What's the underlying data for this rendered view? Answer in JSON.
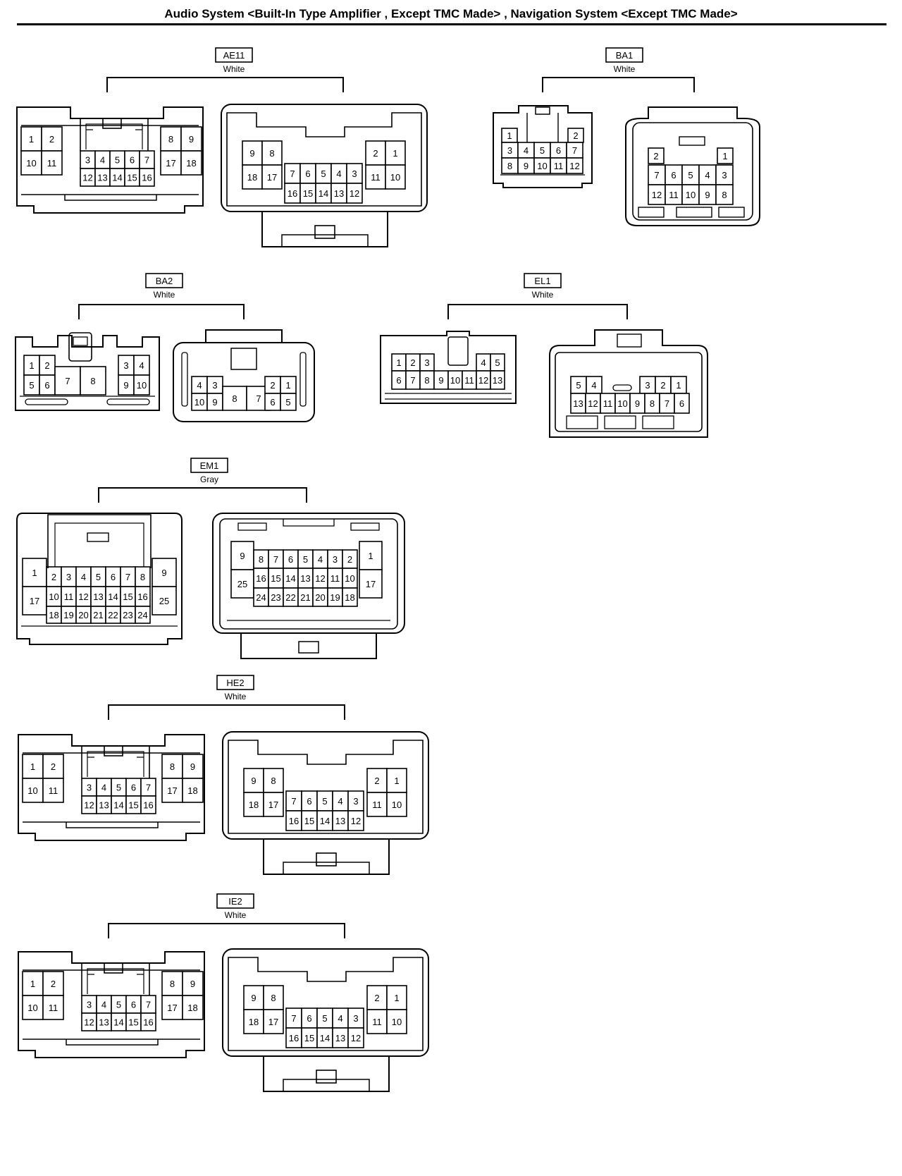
{
  "title": "Audio System <Built-In Type Amplifier , Except TMC Made> , Navigation System <Except TMC Made>",
  "connectors": [
    {
      "code": "AE11",
      "color": "White",
      "male": [
        [
          "1",
          "2"
        ],
        [
          "10",
          "11"
        ],
        [
          "3",
          "4",
          "5",
          "6",
          "7"
        ],
        [
          "12",
          "13",
          "14",
          "15",
          "16"
        ],
        [
          "8",
          "9"
        ],
        [
          "17",
          "18"
        ]
      ],
      "female": [
        [
          "9",
          "8"
        ],
        [
          "18",
          "17"
        ],
        [
          "7",
          "6",
          "5",
          "4",
          "3"
        ],
        [
          "16",
          "15",
          "14",
          "13",
          "12"
        ],
        [
          "2",
          "1"
        ],
        [
          "11",
          "10"
        ]
      ]
    },
    {
      "code": "BA1",
      "color": "White",
      "male": [
        [
          "1"
        ],
        [
          "2"
        ],
        [
          "3",
          "4",
          "5",
          "6",
          "7"
        ],
        [
          "8",
          "9",
          "10",
          "11",
          "12"
        ]
      ],
      "female": [
        [
          "2"
        ],
        [
          "1"
        ],
        [
          "7",
          "6",
          "5",
          "4",
          "3"
        ],
        [
          "12",
          "11",
          "10",
          "9",
          "8"
        ]
      ]
    },
    {
      "code": "BA2",
      "color": "White",
      "male": [
        [
          "1",
          "2"
        ],
        [
          "5",
          "6"
        ],
        [
          "7"
        ],
        [
          "8"
        ],
        [
          "3",
          "4"
        ],
        [
          "9",
          "10"
        ]
      ],
      "female": [
        [
          "4",
          "3"
        ],
        [
          "10",
          "9"
        ],
        [
          "8"
        ],
        [
          "7"
        ],
        [
          "2",
          "1"
        ],
        [
          "6",
          "5"
        ]
      ]
    },
    {
      "code": "EL1",
      "color": "White",
      "male": [
        [
          "1",
          "2",
          "3"
        ],
        [
          "4",
          "5"
        ],
        [
          "6",
          "7",
          "8",
          "9",
          "10",
          "11",
          "12",
          "13"
        ]
      ],
      "female": [
        [
          "5",
          "4"
        ],
        [
          "3",
          "2",
          "1"
        ],
        [
          "13",
          "12",
          "11",
          "10",
          "9",
          "8",
          "7",
          "6"
        ]
      ]
    },
    {
      "code": "EM1",
      "color": "Gray",
      "male": [
        [
          "1"
        ],
        [
          "17"
        ],
        [
          "2",
          "3",
          "4",
          "5",
          "6",
          "7",
          "8"
        ],
        [
          "10",
          "11",
          "12",
          "13",
          "14",
          "15",
          "16"
        ],
        [
          "18",
          "19",
          "20",
          "21",
          "22",
          "23",
          "24"
        ],
        [
          "9"
        ],
        [
          "25"
        ]
      ],
      "female": [
        [
          "9"
        ],
        [
          "25"
        ],
        [
          "8",
          "7",
          "6",
          "5",
          "4",
          "3",
          "2"
        ],
        [
          "16",
          "15",
          "14",
          "13",
          "12",
          "11",
          "10"
        ],
        [
          "24",
          "23",
          "22",
          "21",
          "20",
          "19",
          "18"
        ],
        [
          "1"
        ],
        [
          "17"
        ]
      ]
    },
    {
      "code": "HE2",
      "color": "White",
      "male": [
        [
          "1",
          "2"
        ],
        [
          "10",
          "11"
        ],
        [
          "3",
          "4",
          "5",
          "6",
          "7"
        ],
        [
          "12",
          "13",
          "14",
          "15",
          "16"
        ],
        [
          "8",
          "9"
        ],
        [
          "17",
          "18"
        ]
      ],
      "female": [
        [
          "9",
          "8"
        ],
        [
          "18",
          "17"
        ],
        [
          "7",
          "6",
          "5",
          "4",
          "3"
        ],
        [
          "16",
          "15",
          "14",
          "13",
          "12"
        ],
        [
          "2",
          "1"
        ],
        [
          "11",
          "10"
        ]
      ]
    },
    {
      "code": "IE2",
      "color": "White",
      "male": [
        [
          "1",
          "2"
        ],
        [
          "10",
          "11"
        ],
        [
          "3",
          "4",
          "5",
          "6",
          "7"
        ],
        [
          "12",
          "13",
          "14",
          "15",
          "16"
        ],
        [
          "8",
          "9"
        ],
        [
          "17",
          "18"
        ]
      ],
      "female": [
        [
          "9",
          "8"
        ],
        [
          "18",
          "17"
        ],
        [
          "7",
          "6",
          "5",
          "4",
          "3"
        ],
        [
          "16",
          "15",
          "14",
          "13",
          "12"
        ],
        [
          "2",
          "1"
        ],
        [
          "11",
          "10"
        ]
      ]
    }
  ]
}
